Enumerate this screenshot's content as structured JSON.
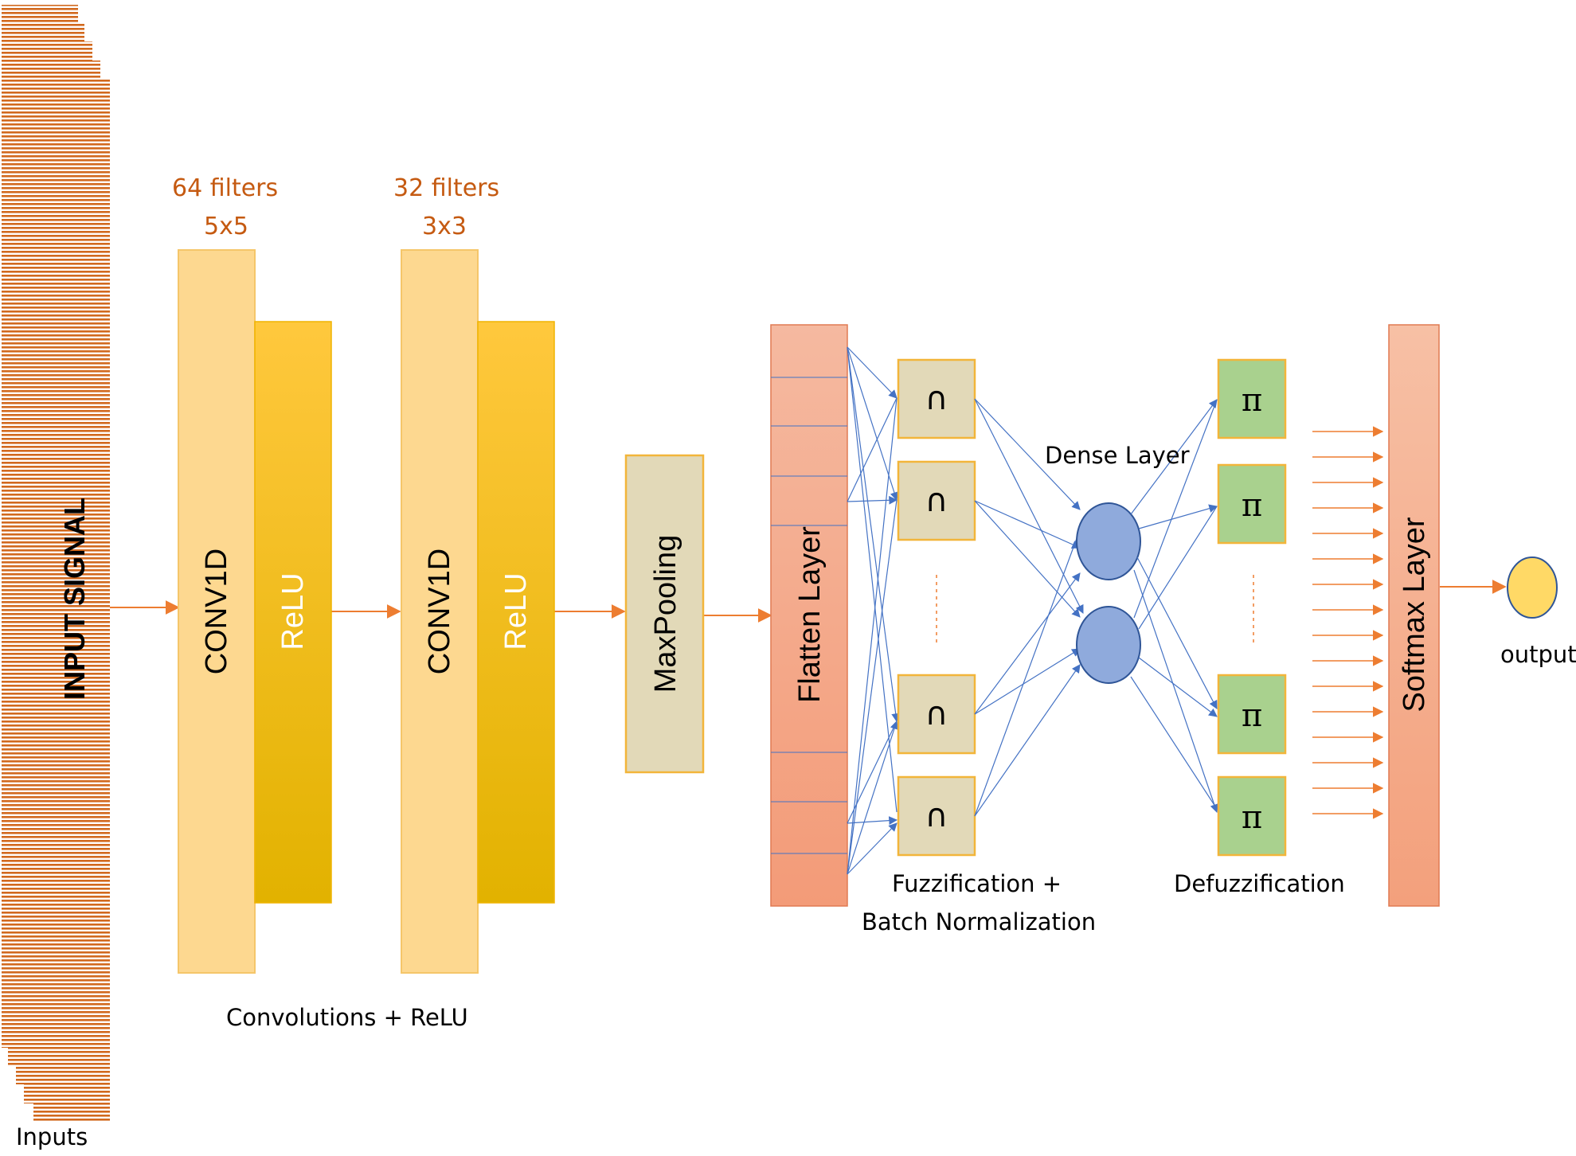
{
  "labels": {
    "input_signal": "INPUT SIGNAL",
    "inputs": "Inputs",
    "conv1_filters": "64 filters",
    "conv1_kernel": "5x5",
    "conv2_filters": "32 filters",
    "conv2_kernel": "3x3",
    "conv1": "CONV1D",
    "relu1": "ReLU",
    "conv2": "CONV1D",
    "relu2": "ReLU",
    "maxpool": "MaxPooling",
    "flatten": "Flatten Layer",
    "fuzzification_line1": "Fuzzification +",
    "fuzzification_line2": "Batch Normalization",
    "dense": "Dense Layer",
    "defuzzification": "Defuzzification",
    "softmax": "Softmax Layer",
    "output": "output",
    "convolutions_relu": "Convolutions + ReLU"
  },
  "symbols": {
    "fuzzy_membership": "∩",
    "product": "π",
    "ellipsis": "⋮"
  },
  "colors": {
    "arrow_orange": "#ed7d31",
    "text_orange": "#c55a11",
    "conv_fill": "#fdd890",
    "relu_fill_top": "#ffc83d",
    "relu_fill_bottom": "#e2b200",
    "maxpool_fill": "#e2d9b8",
    "layer_border": "#f2b53a",
    "flatten_fill": "#f4a582",
    "flatten_lines": "#4472c4",
    "fuzz_fill": "#e2d9b8",
    "dense_fill": "#8faadc",
    "dense_border": "#2f5597",
    "defuzz_fill": "#a9d18e",
    "softmax_fill": "#f4b08c",
    "connector_blue": "#4472c4",
    "output_fill": "#ffd966"
  }
}
